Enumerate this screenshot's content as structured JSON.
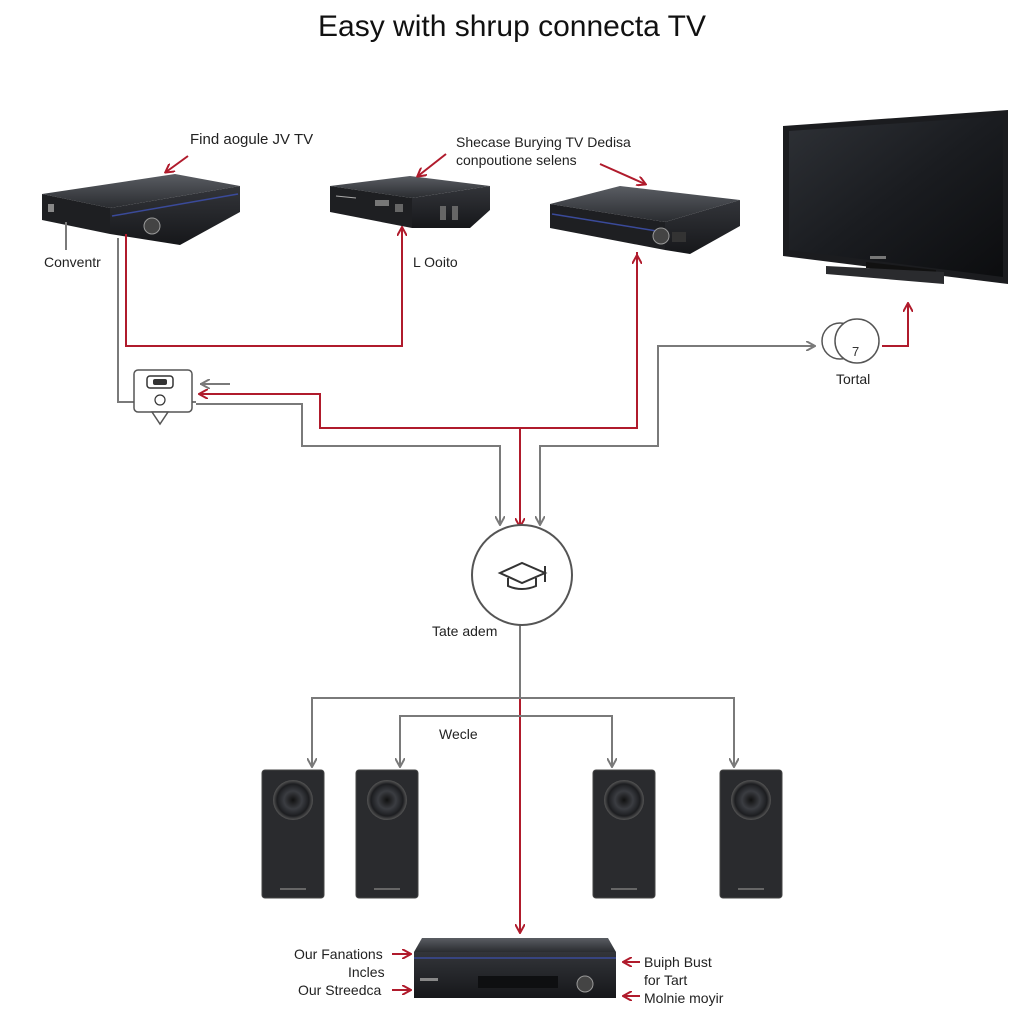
{
  "title": "Easy with shrup connecta TV",
  "labels": {
    "find_label": "Find aogule JV TV",
    "showcase_line1": "Shecase Burying TV Dedisa",
    "showcase_line2": "conpoutione selens",
    "conventr": "Conventr",
    "l_ooito": "L Ooito",
    "tortal": "Tortal",
    "tate_adem": "Tate adem",
    "wecle": "Wecle",
    "our_fanations": "Our Fanations",
    "incles": "Incles",
    "our_streedca": "Our Streedca",
    "buiph_bust": "Buiph Bust",
    "for_tart": "for Tart",
    "molnie_moyir": "Molnie moyir"
  },
  "colors": {
    "arrow_red": "#b01b2c",
    "arrow_gray": "#7a7a7a",
    "device_dark": "#2b2d31",
    "accent_blue": "#3a4a9a"
  },
  "icons": {
    "hub_icon": "graduation-cap-icon",
    "remote_icon": "remote-controller-icon",
    "tortal_icon": "dual-disc-icon"
  }
}
